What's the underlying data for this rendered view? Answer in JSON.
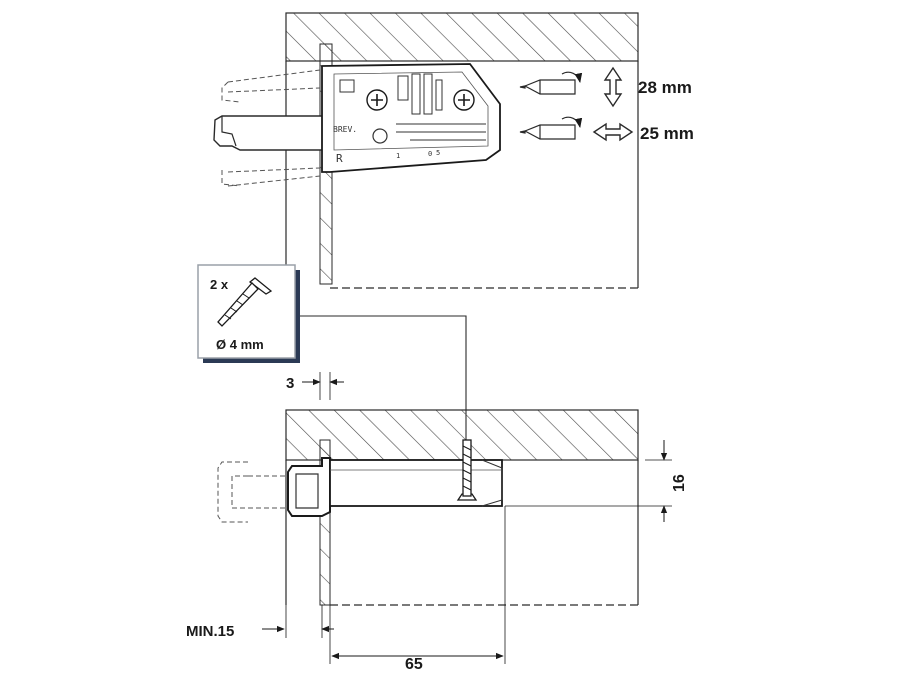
{
  "top_view": {
    "adjust_vertical": "28 mm",
    "adjust_horizontal": "25 mm",
    "housing_mark_brev": "BREV.",
    "housing_mark_r": "R",
    "scale_mark_1": "1",
    "scale_mark_0": "0",
    "scale_mark_5": "5"
  },
  "screw_callout": {
    "quantity": "2 x",
    "diameter": "Ø 4 mm"
  },
  "bottom_view": {
    "gap_dimension": "3",
    "height_dimension": "16",
    "min_dimension": "MIN.15",
    "depth_dimension": "65"
  },
  "colors": {
    "line": "#2a2a2a",
    "hatch": "#4a4a4a",
    "callout_border": "#9aa0a8",
    "callout_shadow": "#2b3a55"
  }
}
